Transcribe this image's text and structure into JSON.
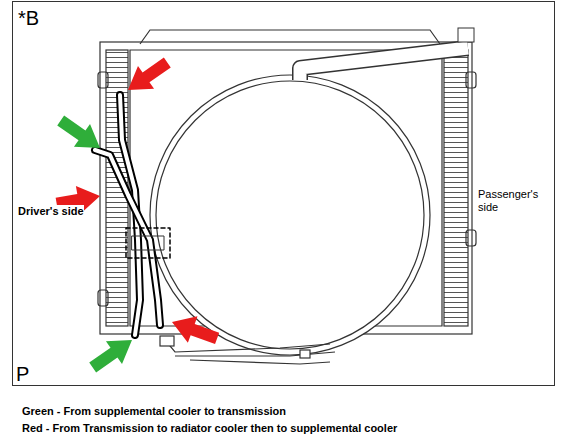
{
  "diagram": {
    "labels": [
      "*B",
      "Driver's side",
      "Passenger's side",
      "P",
      "Green - From supplemental cooler to transmission",
      "Red - From Transmission to radiator cooler then to supplemental cooler"
    ]
  }
}
